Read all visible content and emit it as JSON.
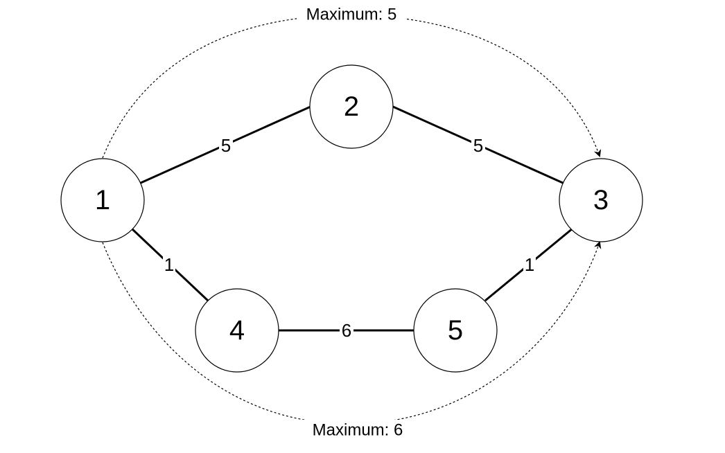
{
  "nodes": [
    {
      "id": "1",
      "label": "1"
    },
    {
      "id": "2",
      "label": "2"
    },
    {
      "id": "3",
      "label": "3"
    },
    {
      "id": "4",
      "label": "4"
    },
    {
      "id": "5",
      "label": "5"
    }
  ],
  "edges": [
    {
      "from": "1",
      "to": "2",
      "weight": "5"
    },
    {
      "from": "2",
      "to": "3",
      "weight": "5"
    },
    {
      "from": "1",
      "to": "4",
      "weight": "1"
    },
    {
      "from": "4",
      "to": "5",
      "weight": "6"
    },
    {
      "from": "5",
      "to": "3",
      "weight": "1"
    }
  ],
  "paths": {
    "top": {
      "label": "Maximum: 5",
      "from": "1",
      "to": "3"
    },
    "bottom": {
      "label": "Maximum: 6",
      "from": "1",
      "to": "3"
    }
  },
  "colors": {
    "stroke": "#000000",
    "fill": "#ffffff"
  }
}
